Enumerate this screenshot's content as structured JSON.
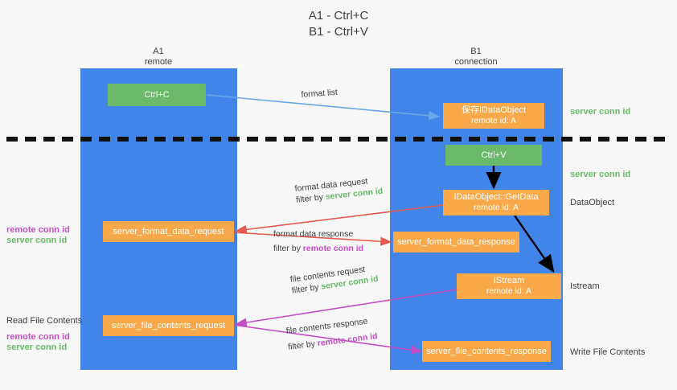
{
  "title": "A1 - Ctrl+C\nB1 - Ctrl+V",
  "lanes": [
    {
      "name": "A1",
      "sub": "remote"
    },
    {
      "name": "B1",
      "sub": "connection"
    }
  ],
  "nodes": {
    "ctrl_c": "Ctrl+C",
    "ctrl_v": "Ctrl+V",
    "save_idataobject_l1": "保存IDataObject",
    "save_idataobject_l2": "remote id: A",
    "getdata_l1": "IDataObject::GetData",
    "getdata_l2": "remote id: A",
    "istream_l1": "IStream",
    "istream_l2": "remote id: A",
    "server_format_data_request": "server_format_data_request",
    "server_format_data_response": "server_format_data_response",
    "server_file_contents_request": "server_file_contents_request",
    "server_file_contents_response": "server_file_contents_response"
  },
  "flows": {
    "format_list": "format list",
    "format_data_request": "format data request",
    "format_data_response": "format data response",
    "file_contents_request": "file contents request",
    "file_contents_response": "file contents response",
    "filter_by": "filter by",
    "server_conn_id": "server conn id",
    "remote_conn_id": "remote conn id"
  },
  "annotations": {
    "right_server_conn_id_top": "server conn id",
    "right_server_conn_id_mid": "server conn id",
    "right_dataobject": "DataObject",
    "right_istream": "Istream",
    "right_write_file_contents": "Write File Contents",
    "left_read_file_contents": "Read File Contents",
    "left_remote_conn_id_1": "remote conn id",
    "left_server_conn_id_1": "server conn id",
    "left_remote_conn_id_2": "remote conn id",
    "left_server_conn_id_2": "server conn id"
  },
  "colors": {
    "lane": "#4285e8",
    "green_node": "#6aba6a",
    "orange_node": "#f9a94a",
    "blue_arrow": "#6aa8e8",
    "red_arrow": "#e8584f",
    "purple_arrow": "#c44ec4",
    "black_arrow": "#000000",
    "green_text": "#6aba6a",
    "magenta_text": "#c44ec4",
    "background": "#f7f7f7"
  }
}
